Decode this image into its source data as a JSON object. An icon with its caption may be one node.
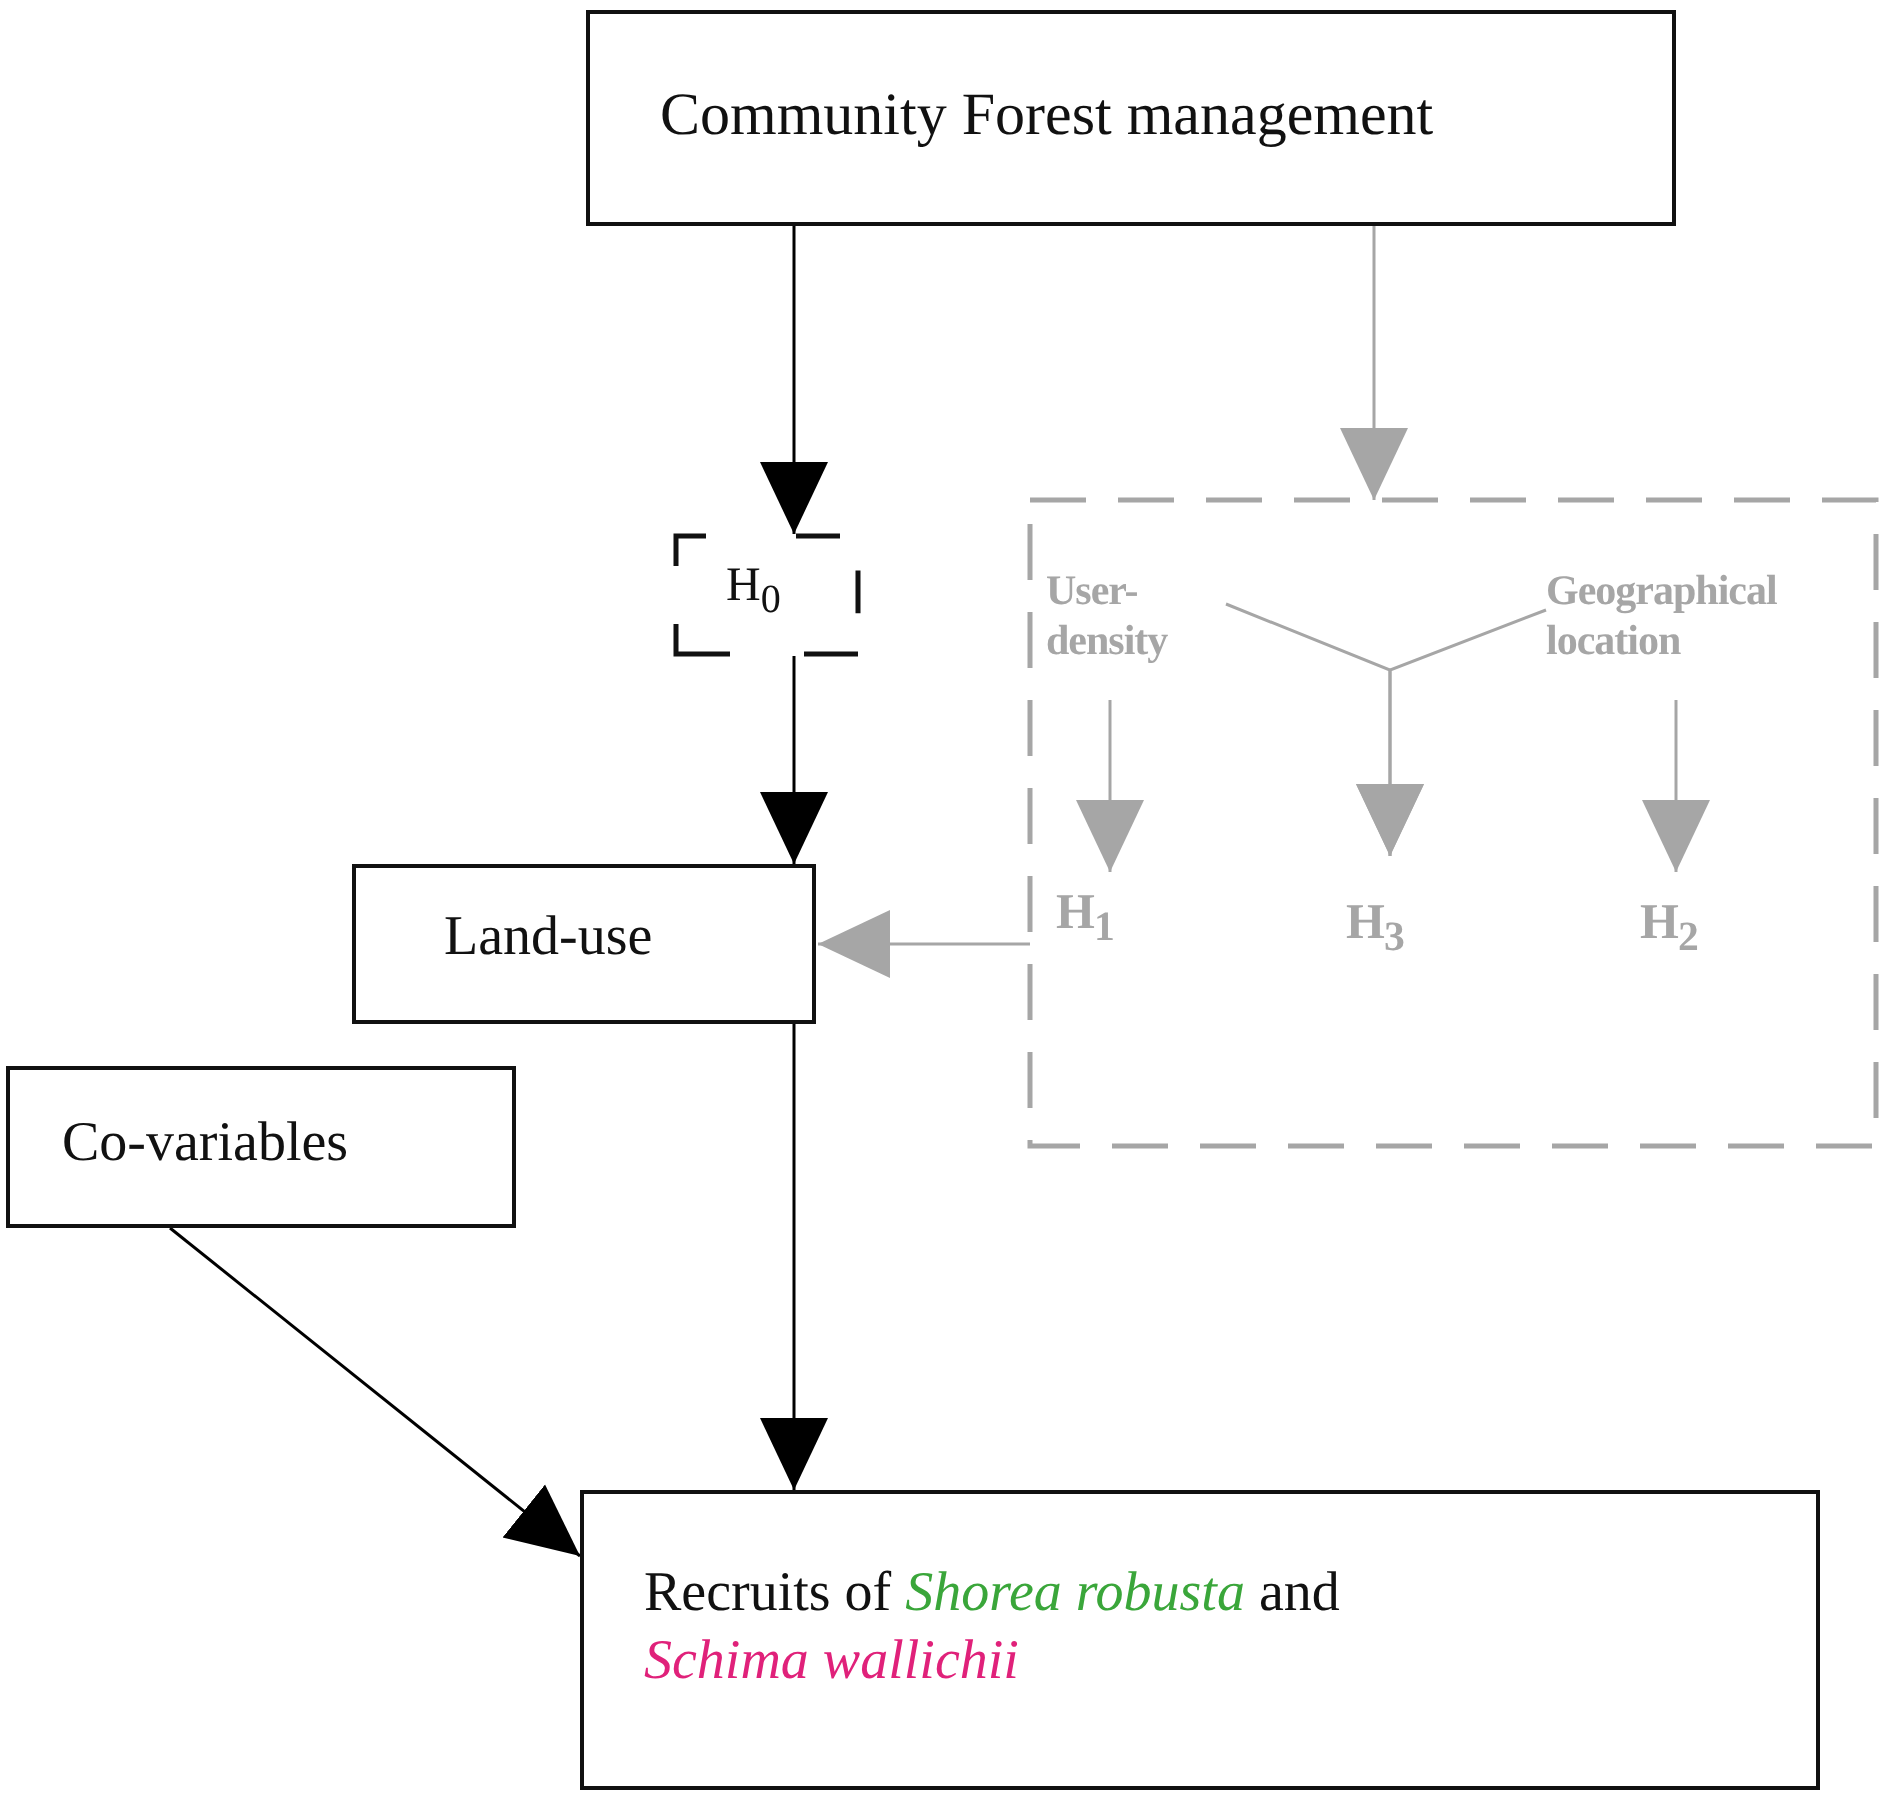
{
  "diagram": {
    "nodes": [
      {
        "text": [
          "Community Forest management"
        ]
      },
      {
        "text": [
          "H$_{0}$"
        ]
      },
      {
        "text": [],
        "shape": "box"
      },
      {
        "text": [
          "User-density"
        ],
        "in": 2
      },
      {
        "text": [
          "Geographical location"
        ],
        "in": 2
      },
      {
        "text": [
          "H$_{1}$"
        ],
        "in": 2
      },
      {
        "text": [
          "H$_{3}$"
        ],
        "in": 2
      },
      {
        "text": [
          "H$_{2}$"
        ],
        "in": 2
      },
      {
        "text": [
          "Land-use"
        ]
      },
      {
        "text": [
          "Co-variables"
        ]
      },
      {
        "text": [
          "Recruits of *Shorea robusta* and *Schima wallichii*"
        ]
      }
    ],
    "edges": [
      {
        "from": 0,
        "to": 1,
        "arrow": "to",
        "color": "#000000"
      },
      {
        "from": 0,
        "to": 2,
        "arrow": "to",
        "color": "#a6a6a6"
      },
      {
        "from": 1,
        "to": 8,
        "arrow": "to",
        "color": "#000000"
      },
      {
        "from": 3,
        "to": 5,
        "arrow": "to",
        "color": "#a6a6a6"
      },
      {
        "from": 3,
        "to": 6,
        "arrow": "to",
        "color": "#a6a6a6"
      },
      {
        "from": 4,
        "to": 6,
        "arrow": "to",
        "color": "#a6a6a6"
      },
      {
        "from": 4,
        "to": 7,
        "arrow": "to",
        "color": "#a6a6a6"
      },
      {
        "from": 2,
        "to": 8,
        "arrow": "to",
        "color": "#a6a6a6"
      },
      {
        "from": 8,
        "to": 10,
        "arrow": "to",
        "color": "#000000"
      },
      {
        "from": 9,
        "to": 10,
        "arrow": "to",
        "color": "#000000"
      }
    ]
  }
}
